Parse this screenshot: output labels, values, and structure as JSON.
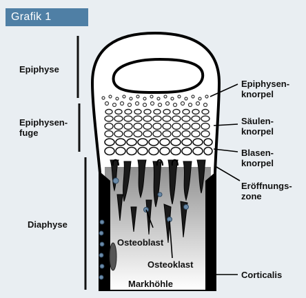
{
  "figure": {
    "badge": "Grafik 1"
  },
  "zones_left": [
    {
      "id": "epiphyse",
      "text": "Epiphyse"
    },
    {
      "id": "fuge",
      "text": "Epiphysen-\nfuge"
    },
    {
      "id": "diaphyse",
      "text": "Diaphyse"
    }
  ],
  "zones_right": [
    {
      "id": "epi-knorpel",
      "text": "Epiphysen-\nknorpel"
    },
    {
      "id": "saeulen",
      "text": "Säulen-\nknorpel"
    },
    {
      "id": "blasen",
      "text": "Blasen-\nknorpel"
    },
    {
      "id": "eroeffnung",
      "text": "Eröffnungs-\nzone"
    },
    {
      "id": "corticalis",
      "text": "Corticalis"
    }
  ],
  "inner_labels": {
    "osteoblast": "Osteoblast",
    "osteoklast": "Osteoklast",
    "markhoehle": "Markhöhle"
  },
  "colors": {
    "panel": "#e9eef2",
    "badge": "#4f7fa5",
    "bone_fill": "#ffffff",
    "cortex": "#000000",
    "cells": "#6a8aa8"
  }
}
